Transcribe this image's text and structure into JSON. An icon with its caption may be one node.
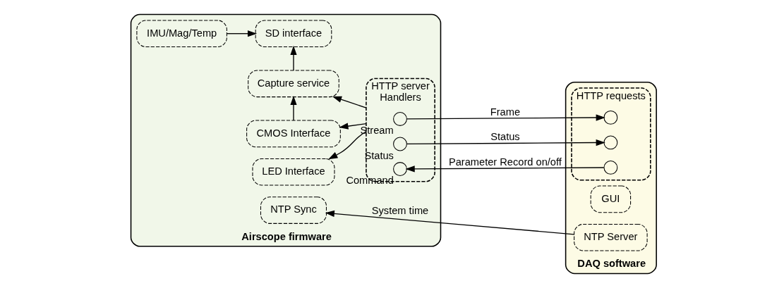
{
  "diagram": {
    "nodes": [
      {
        "text": [
          "Airscope firmware"
        ]
      },
      {
        "text": [
          "IMU/Mag/Temp"
        ],
        "in": 0
      },
      {
        "text": [
          "SD interface"
        ],
        "in": 0
      },
      {
        "text": [
          "Capture service"
        ],
        "in": 0
      },
      {
        "text": [
          "CMOS Interface"
        ],
        "in": 0
      },
      {
        "text": [
          "LED Interface"
        ],
        "in": 0
      },
      {
        "text": [
          "HTTP server",
          "Handlers"
        ],
        "in": 0
      },
      {
        "text": [],
        "shape": "circle",
        "beside": [
          "Stream"
        ],
        "in": 6
      },
      {
        "text": [],
        "shape": "circle",
        "beside": [
          "Status"
        ],
        "in": 6
      },
      {
        "text": [],
        "shape": "circle",
        "beside": [
          "Command"
        ],
        "in": 6
      },
      {
        "text": [
          "NTP Sync"
        ],
        "in": 0
      },
      {
        "text": [
          "DAQ software"
        ]
      },
      {
        "text": [
          "HTTP requests"
        ],
        "in": 11
      },
      {
        "text": [],
        "shape": "circle",
        "in": 12
      },
      {
        "text": [],
        "shape": "circle",
        "in": 12
      },
      {
        "text": [],
        "shape": "circle",
        "in": 12
      },
      {
        "text": [
          "GUI"
        ],
        "in": 11
      },
      {
        "text": [
          "NTP Server"
        ],
        "in": 11
      }
    ],
    "edges": [
      {
        "from": 1,
        "to": 2,
        "arrow": "to"
      },
      {
        "from": 3,
        "to": 2,
        "arrow": "to"
      },
      {
        "from": 4,
        "to": 3,
        "arrow": "to"
      },
      {
        "from": 6,
        "to": 3,
        "arrow": "to"
      },
      {
        "from": 6,
        "to": 4,
        "arrow": "to"
      },
      {
        "from": 6,
        "to": 5,
        "arrow": "to"
      },
      {
        "from": 7,
        "to": 13,
        "arrow": "to",
        "label": "Frame"
      },
      {
        "from": 8,
        "to": 14,
        "arrow": "to",
        "label": "Status"
      },
      {
        "from": 15,
        "to": 9,
        "arrow": "to",
        "label": "Parameter Record on/off"
      },
      {
        "from": 17,
        "to": 10,
        "arrow": "to",
        "label": "System time"
      }
    ]
  }
}
